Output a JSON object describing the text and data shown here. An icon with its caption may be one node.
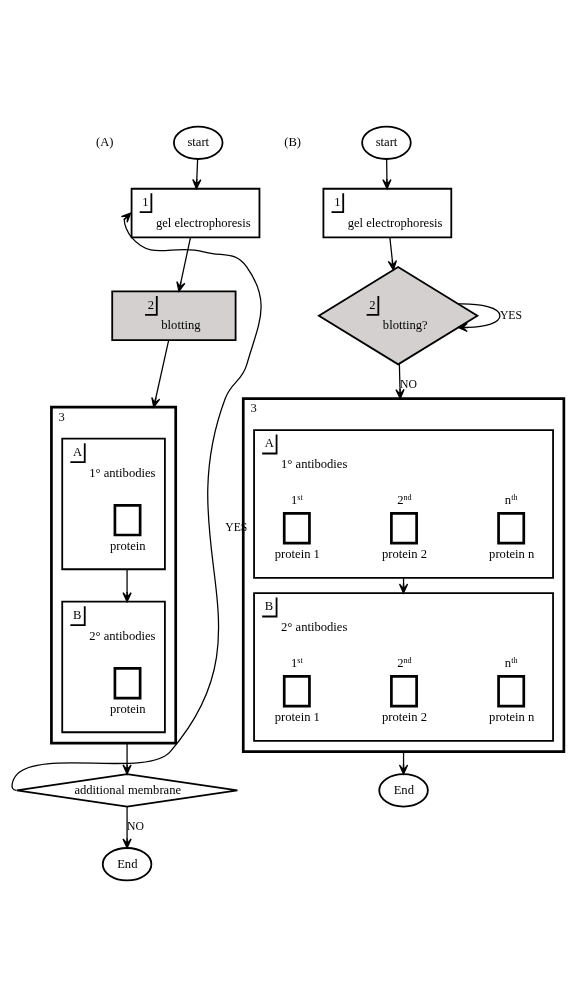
{
  "diagram": {
    "nodes": [
      {
        "text": [
          "start"
        ]
      },
      {
        "text": [
          "1",
          "gel electrophoresis"
        ]
      },
      {
        "text": [
          "2",
          "blotting"
        ]
      },
      {
        "text": [
          "3"
        ]
      },
      {
        "text": [
          "A",
          "1° antibodies"
        ],
        "in": 3
      },
      {
        "text": [],
        "shape": "box",
        "in": 4,
        "beside": [
          "protein"
        ]
      },
      {
        "text": [
          "B",
          "2° antibodies"
        ],
        "in": 3
      },
      {
        "text": [],
        "shape": "box",
        "in": 6,
        "beside": [
          "protein"
        ]
      },
      {
        "text": [
          "additional membrane"
        ]
      },
      {
        "text": [
          "End"
        ]
      },
      {
        "text": [
          "start"
        ]
      },
      {
        "text": [
          "1",
          "gel electrophoresis"
        ]
      },
      {
        "text": [
          "2",
          "blotting?"
        ]
      },
      {
        "text": [
          "3"
        ]
      },
      {
        "text": [
          "A",
          "1° antibodies"
        ],
        "in": 13
      },
      {
        "text": [],
        "shape": "box",
        "in": 14,
        "beside": [
          "1$^{st}$",
          "protein 1"
        ]
      },
      {
        "text": [],
        "shape": "box",
        "in": 14,
        "beside": [
          "2$^{nd}$",
          "protein 2"
        ]
      },
      {
        "text": [],
        "shape": "box",
        "in": 14,
        "beside": [
          "n$^{th}$",
          "protein n"
        ]
      },
      {
        "text": [
          "B",
          "2° antibodies"
        ],
        "in": 13
      },
      {
        "text": [],
        "shape": "box",
        "in": 18,
        "beside": [
          "1$^{st}$",
          "protein 1"
        ]
      },
      {
        "text": [],
        "shape": "box",
        "in": 18,
        "beside": [
          "2$^{nd}$",
          "protein 2"
        ]
      },
      {
        "text": [],
        "shape": "box",
        "in": 18,
        "beside": [
          "n$^{th}$",
          "protein n"
        ]
      },
      {
        "text": [
          "End"
        ]
      }
    ],
    "edges": [
      {
        "from": 0,
        "to": 1,
        "arrow": "to"
      },
      {
        "from": 1,
        "to": 2,
        "arrow": "to"
      },
      {
        "from": 2,
        "to": 3,
        "arrow": "to"
      },
      {
        "from": 4,
        "to": 6,
        "arrow": "to"
      },
      {
        "from": 3,
        "to": 8,
        "arrow": "to"
      },
      {
        "from": 8,
        "to": 1,
        "arrow": "to",
        "label": "YES"
      },
      {
        "from": 8,
        "to": 9,
        "arrow": "to",
        "label": "NO"
      },
      {
        "from": 10,
        "to": 11,
        "arrow": "to"
      },
      {
        "from": 11,
        "to": 12,
        "arrow": "to"
      },
      {
        "from": 12,
        "to": 12,
        "arrow": "to",
        "label": "YES"
      },
      {
        "from": 12,
        "to": 13,
        "arrow": "to",
        "label": "NO"
      },
      {
        "from": 14,
        "to": 18,
        "arrow": "to"
      },
      {
        "from": 13,
        "to": 22,
        "arrow": "to"
      }
    ],
    "labels": [
      "(A)",
      "(B)"
    ]
  }
}
